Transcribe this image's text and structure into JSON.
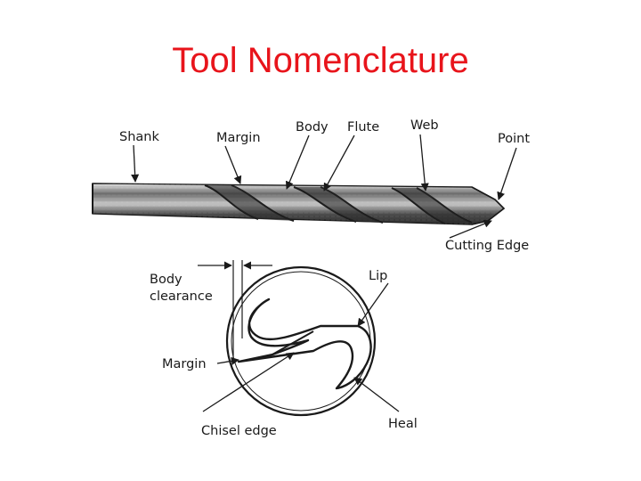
{
  "slide": {
    "title": "Tool Nomenclature"
  },
  "colors": {
    "title": "#e8141b",
    "ink": "#1a1a1a",
    "steel_dark": "#3a3a3a",
    "steel_mid": "#8c8c8c",
    "steel_light": "#d9d9d9"
  },
  "drill_side_view": {
    "labels": {
      "shank": "Shank",
      "margin": "Margin",
      "body": "Body",
      "flute": "Flute",
      "web": "Web",
      "point": "Point",
      "cutting_edge": "Cutting Edge"
    }
  },
  "drill_end_view": {
    "labels": {
      "body_clearance_line1": "Body",
      "body_clearance_line2": "clearance",
      "lip": "Lip",
      "margin": "Margin",
      "chisel_edge": "Chisel edge",
      "heal": "Heal"
    }
  }
}
